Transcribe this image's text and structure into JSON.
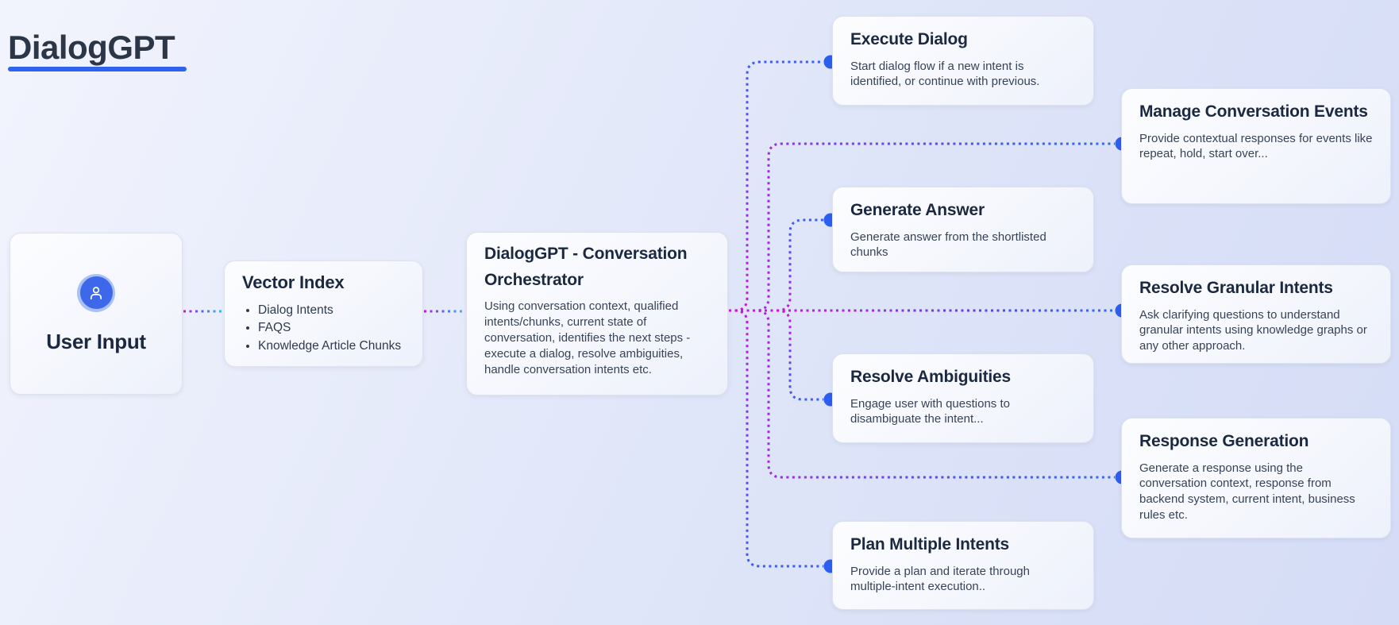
{
  "page": {
    "title": "DialogGPT"
  },
  "colors": {
    "accent_blue": "#2e63ee",
    "connector_magenta": "#cb16d4",
    "connector_purple": "#7c3aed",
    "connector_indigo": "#4f46e5",
    "connector_blue": "#3b5bf6",
    "connector_cyan": "#2dd4e8",
    "endpoint_dot_blue": "#2c5ef0",
    "user_icon_blue": "#3e68ea"
  },
  "nodes": {
    "user_input": {
      "label": "User Input",
      "icon": "user-icon"
    },
    "vector_index": {
      "title": "Vector Index",
      "items": [
        "Dialog Intents",
        "FAQS",
        "Knowledge Article Chunks"
      ]
    },
    "orchestrator": {
      "title": "DialogGPT - Conversation Orchestrator",
      "description": "Using conversation context, qualified intents/chunks, current state of conversation, identifies the next steps - execute a dialog, resolve ambiguities, handle conversation intents etc."
    },
    "execute_dialog": {
      "title": "Execute Dialog",
      "description": "Start dialog flow if a new intent is identified, or continue with previous."
    },
    "manage_conversation_events": {
      "title": "Manage Conversation Events",
      "description": "Provide contextual responses for events like repeat, hold, start over..."
    },
    "generate_answer": {
      "title": "Generate Answer",
      "description": "Generate answer from the shortlisted chunks"
    },
    "resolve_granular_intents": {
      "title": "Resolve Granular Intents",
      "description": "Ask clarifying questions to understand granular intents using knowledge graphs or any other approach."
    },
    "resolve_ambiguities": {
      "title": "Resolve Ambiguities",
      "description": "Engage user with questions to disambiguate the intent..."
    },
    "response_generation": {
      "title": "Response Generation",
      "description": "Generate a response using the conversation context, response from backend system, current intent, business rules etc."
    },
    "plan_multiple_intents": {
      "title": "Plan Multiple Intents",
      "description": "Provide a plan and iterate through multiple-intent execution.."
    }
  }
}
